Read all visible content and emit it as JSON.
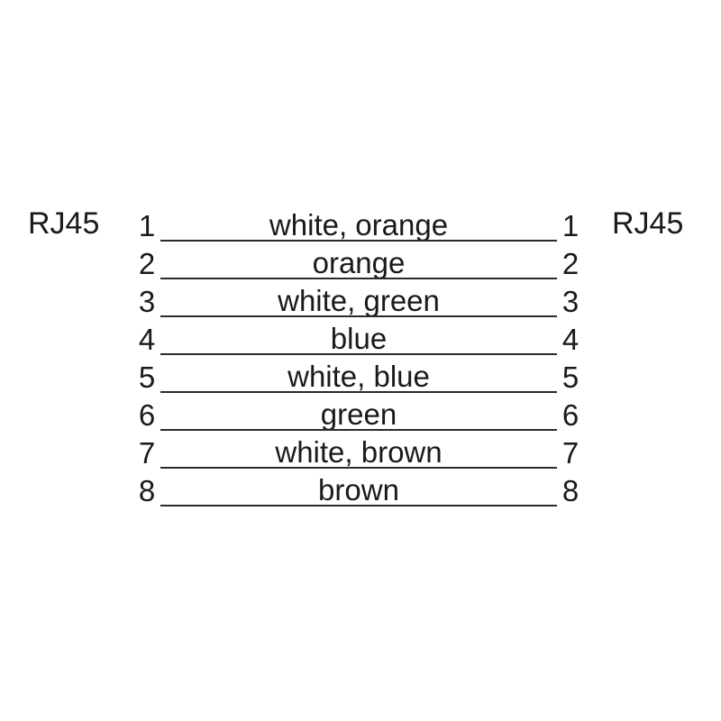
{
  "diagram": {
    "title_left": "RJ45",
    "title_right": "RJ45",
    "line_color": "#2b2b2b",
    "text_color": "#1a1a1a",
    "background": "#ffffff",
    "pins": [
      {
        "number_left": "1",
        "number_right": "1",
        "wire": "white, orange"
      },
      {
        "number_left": "2",
        "number_right": "2",
        "wire": "orange"
      },
      {
        "number_left": "3",
        "number_right": "3",
        "wire": "white, green"
      },
      {
        "number_left": "4",
        "number_right": "4",
        "wire": "blue"
      },
      {
        "number_left": "5",
        "number_right": "5",
        "wire": "white, blue"
      },
      {
        "number_left": "6",
        "number_right": "6",
        "wire": "green"
      },
      {
        "number_left": "7",
        "number_right": "7",
        "wire": "white, brown"
      },
      {
        "number_left": "8",
        "number_right": "8",
        "wire": "brown"
      }
    ]
  }
}
